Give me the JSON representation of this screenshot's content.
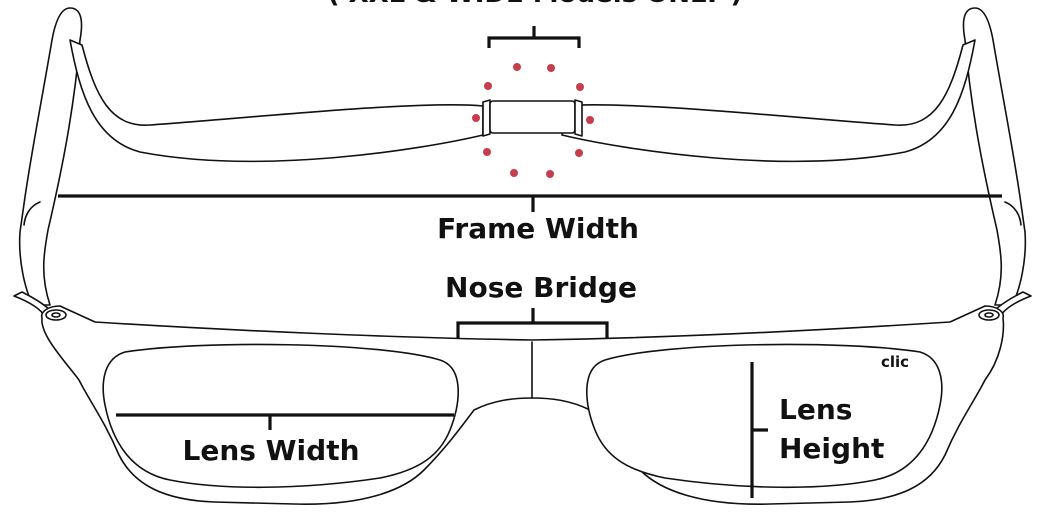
{
  "labels": {
    "top_note": "( XXL & WIDE Models ONLY )",
    "frame_width": "Frame Width",
    "nose_bridge": "Nose Bridge",
    "lens_width": "Lens Width",
    "lens_height_line1": "Lens",
    "lens_height_line2": "Height",
    "brand_logo": "clic"
  },
  "colors": {
    "ink": "#111111",
    "adjust_dots": "#c63d4f",
    "background": "#ffffff"
  },
  "icons": {
    "adjustment_indicator": "expand-dots-icon"
  }
}
